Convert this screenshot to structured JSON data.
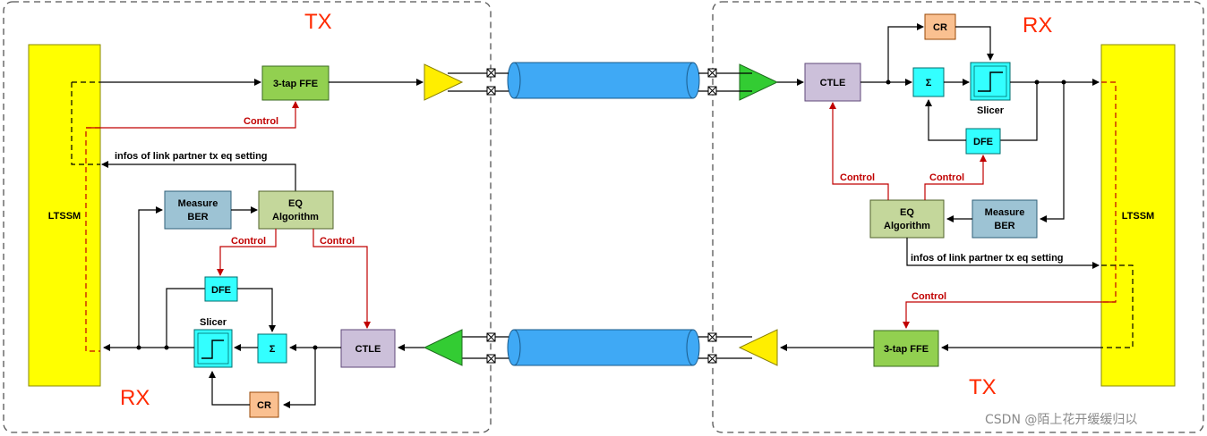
{
  "sides": {
    "left_top_label": "TX",
    "left_bottom_label": "RX",
    "right_top_label": "RX",
    "right_bottom_label": "TX"
  },
  "blocks": {
    "ltssm": "LTSSM",
    "ffe": "3-tap FFE",
    "measure_ber_line1": "Measure",
    "measure_ber_line2": "BER",
    "eq_algorithm_line1": "EQ",
    "eq_algorithm_line2": "Algorithm",
    "dfe": "DFE",
    "slicer": "Slicer",
    "sigma": "Σ",
    "ctle": "CTLE",
    "cr": "CR"
  },
  "annotations": {
    "control": "Control",
    "infos": "infos of link partner tx eq setting"
  },
  "watermark": "CSDN @陌上花开缓缓归以",
  "colors": {
    "ltssm": "#ffff00",
    "ffe": "#92d050",
    "measure_ber": "#9dc3d4",
    "eq_algorithm": "#c4d79b",
    "dfe_slicer_sigma": "#33ffff",
    "ctle": "#ccc0da",
    "cr": "#fac090",
    "tx_driver": "#ffee00",
    "rx_amp": "#33cc33",
    "channel": "#3fa9f5",
    "control_arrow": "#c00000",
    "side_label": "#ff2a00"
  }
}
